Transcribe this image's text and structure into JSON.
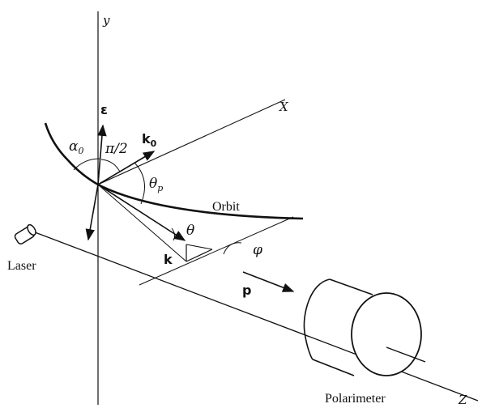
{
  "diagram": {
    "axes": {
      "y": "y",
      "x": "X",
      "z": "Z"
    },
    "vectors": {
      "epsilon": "ε",
      "k0": "k",
      "k0_sub": "0",
      "k": "k",
      "p": "p"
    },
    "angles": {
      "alpha0": "α",
      "alpha0_sub": "0",
      "pi_half": "π/2",
      "theta_p": "θ",
      "theta_p_sub": "p",
      "theta": "θ",
      "phi": "φ"
    },
    "labels": {
      "orbit": "Orbit",
      "laser": "Laser",
      "polarimeter": "Polarimeter"
    }
  }
}
